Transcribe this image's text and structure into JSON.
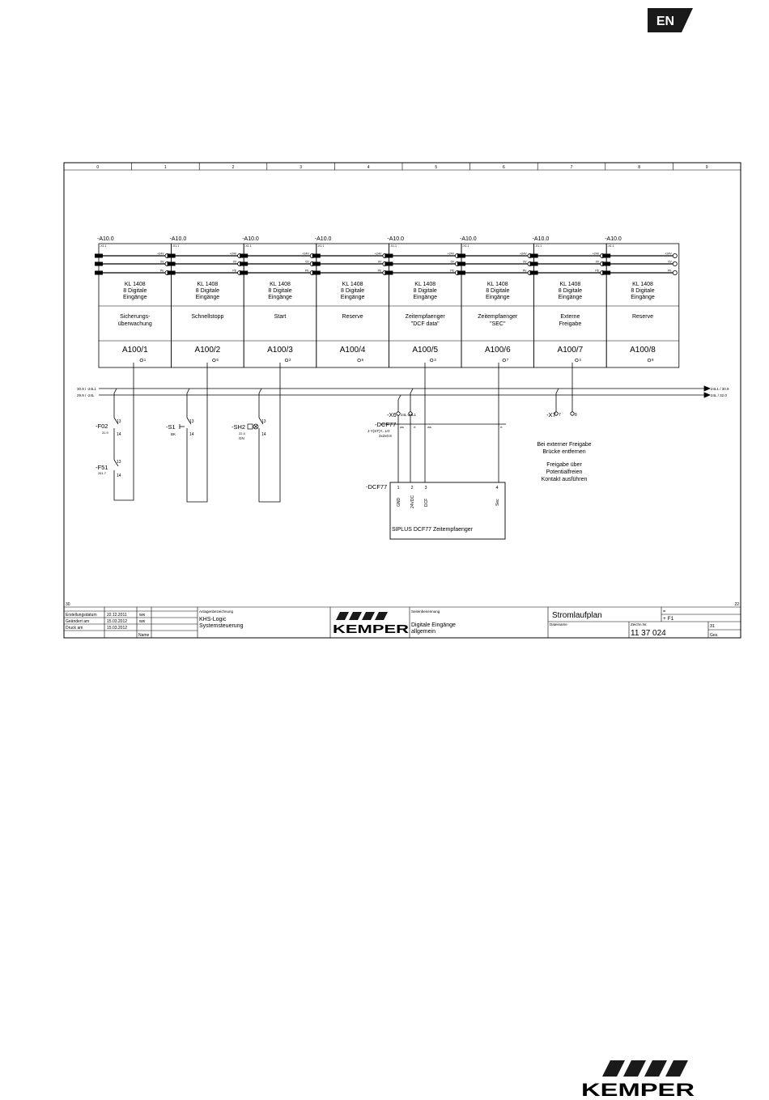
{
  "lang_badge": "EN",
  "column_numbers": [
    "0",
    "1",
    "2",
    "3",
    "4",
    "5",
    "6",
    "7",
    "8",
    "9"
  ],
  "terminal_labels": [
    "+24V",
    "0V",
    "PE"
  ],
  "modules": [
    {
      "ref": "-A10.0",
      "sub": "-X1.1",
      "type": "KL 1408",
      "desc1": "8 Digitale",
      "desc2": "Eingänge",
      "func1": "Sicherungs-",
      "func2": "überwachung",
      "addr": "A100/1",
      "pin": "1"
    },
    {
      "ref": "-A10.0",
      "sub": "-X1.1",
      "type": "KL 1408",
      "desc1": "8 Digitale",
      "desc2": "Eingänge",
      "func1": "Schnellstopp",
      "func2": "",
      "addr": "A100/2",
      "pin": "5"
    },
    {
      "ref": "-A10.0",
      "sub": "-X1.1",
      "type": "KL 1408",
      "desc1": "8 Digitale",
      "desc2": "Eingänge",
      "func1": "Start",
      "func2": "",
      "addr": "A100/3",
      "pin": "2"
    },
    {
      "ref": "-A10.0",
      "sub": "-X1.1",
      "type": "KL 1408",
      "desc1": "8 Digitale",
      "desc2": "Eingänge",
      "func1": "Reserve",
      "func2": "",
      "addr": "A100/4",
      "pin": "6"
    },
    {
      "ref": "-A10.0",
      "sub": "-X1.1",
      "type": "KL 1408",
      "desc1": "8 Digitale",
      "desc2": "Eingänge",
      "func1": "Zeitempfaenger",
      "func2": "\"DCF data\"",
      "addr": "A100/5",
      "pin": "3"
    },
    {
      "ref": "-A10.0",
      "sub": "-X1.1",
      "type": "KL 1408",
      "desc1": "8 Digitale",
      "desc2": "Eingänge",
      "func1": "Zeitempfaenger",
      "func2": "\"SEC\"",
      "addr": "A100/6",
      "pin": "7"
    },
    {
      "ref": "-A10.0",
      "sub": "-X1.1",
      "type": "KL 1408",
      "desc1": "8 Digitale",
      "desc2": "Eingänge",
      "func1": "Externe",
      "func2": "Freigabe",
      "addr": "A100/7",
      "pin": "4"
    },
    {
      "ref": "-A10.0",
      "sub": "-X1.1",
      "type": "KL 1408",
      "desc1": "8 Digitale",
      "desc2": "Eingänge",
      "func1": "Reserve",
      "func2": "",
      "addr": "A100/8",
      "pin": "8"
    }
  ],
  "bus": {
    "left1": "30.9 / -24L1",
    "left2": "29.9 / -24L",
    "right1": "24L1 / 30.9",
    "right2": "24L / 32.0"
  },
  "devices": {
    "f02": {
      "name": "-F02",
      "sub": "31.9",
      "t1": "13",
      "t2": "14"
    },
    "f51": {
      "name": "-F51",
      "sub": "261.7",
      "t1": "13",
      "t2": "14"
    },
    "s1": {
      "name": "-S1",
      "sub": "BK",
      "t1": "13",
      "t2": "14"
    },
    "sh2": {
      "name": "-SH2",
      "sub1": "22.4",
      "sub2": "GN",
      "t1": "13",
      "t2": "14"
    },
    "x6": {
      "name": "-X6",
      "pins": "24L-24L1"
    },
    "cable": {
      "name": "-DCF77",
      "spec1": "J-Y(ST)Y...LG",
      "spec2": "2x2x0.8",
      "c1": "ws",
      "c2": "rt",
      "c3": "ws",
      "c4": "rt"
    },
    "x7": {
      "name": "-X7",
      "p1": "7",
      "p2": "8"
    },
    "note": [
      "Bei externer Freigabe",
      "Brücke entfernen",
      "",
      "Freigabe über",
      "Potentialfreien",
      "Kontakt ausführen"
    ],
    "dcf": {
      "name": "-DCF77",
      "pins": [
        "1",
        "2",
        "3",
        "4"
      ],
      "sigs": [
        "GND",
        "24VDC",
        "DCF",
        "Sec"
      ],
      "title": "SIPLUS DCF77 Zeitempfaenger"
    }
  },
  "frame": {
    "page_left": "30",
    "page_right": "22"
  },
  "titleblock": {
    "rows": [
      {
        "label": "Erstellungsdatum",
        "date": "22.12.2011",
        "user": "ww"
      },
      {
        "label": "Geändert am",
        "date": "15.03.2012",
        "user": "ww"
      },
      {
        "label": "Druck am",
        "date": "15.03.2012",
        "user": ""
      }
    ],
    "name_label": "Name",
    "plant_label": "Anlagenbezeichnung",
    "plant1": "KHS-Logic",
    "plant2": "Systemsteuerung",
    "logo": "KEMPER",
    "page_label": "Seitenbenennung",
    "page1": "Digitale Eingänge",
    "page2": "allgemein",
    "doc_title": "Stromlaufplan",
    "eq": "=",
    "loc": "+ F1",
    "file_label": "Dateiname",
    "drawing_label": "Zeichn.Nr.",
    "drawing_no": "11 37 024",
    "sheet": "31",
    "sheets_label": "Ges."
  },
  "footer_logo": "KEMPER"
}
